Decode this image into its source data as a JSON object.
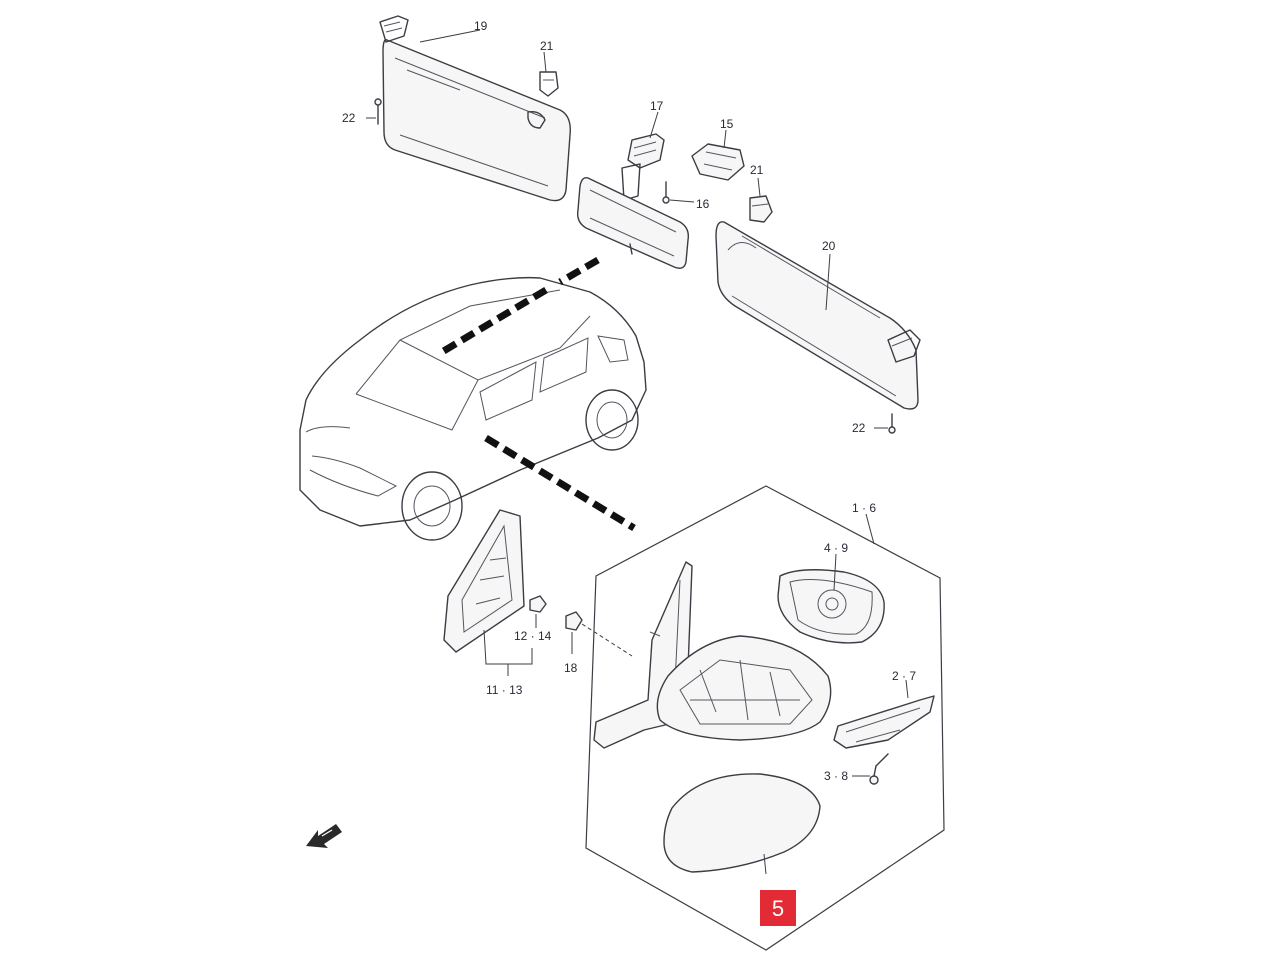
{
  "callouts": {
    "sun_visor_left": "19",
    "visor_clip_top": "21",
    "screw_top_left": "22",
    "mirror_bracket": "17",
    "mirror_cover": "15",
    "mirror_screw": "16",
    "visor_clip_right": "21",
    "sun_visor_right": "20",
    "screw_right": "22",
    "mirror_assy": "1 · 6",
    "mirror_glass": "4 · 9",
    "turn_signal": "2 · 7",
    "signal_screw": "3 · 8",
    "garnish_clip": "12 · 14",
    "garnish_cap": "18",
    "inner_garnish": "11 · 13"
  },
  "highlight": {
    "label": "5",
    "color": "#e32b36"
  },
  "direction_indicator": {
    "icon": "front-direction-arrow-icon"
  }
}
